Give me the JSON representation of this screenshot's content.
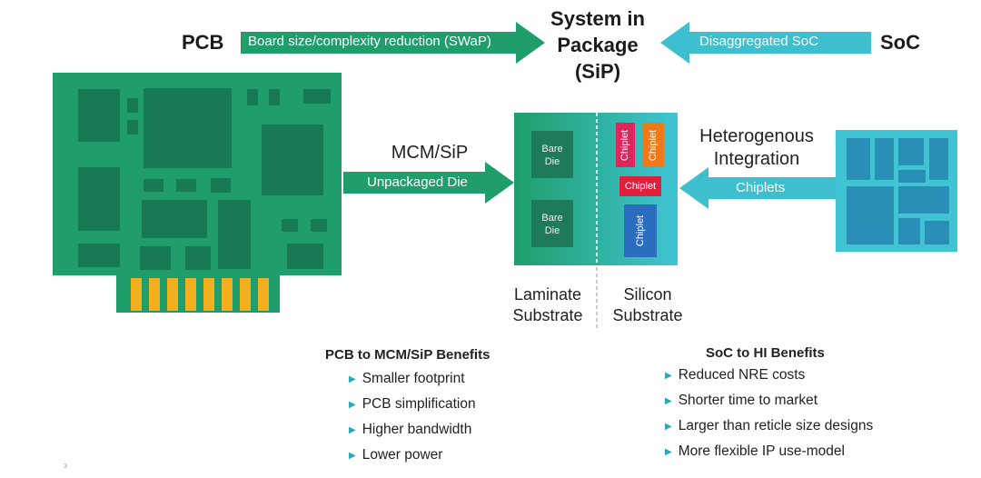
{
  "header": {
    "title_lines": [
      "System in",
      "Package",
      "(SiP)"
    ],
    "left_label": "PCB",
    "right_label": "SoC",
    "left_arrow_label": "Board size/complexity reduction (SWaP)",
    "right_arrow_label": "Disaggregated SoC"
  },
  "middle": {
    "mcm_title": "MCM/SiP",
    "mcm_arrow_label": "Unpackaged Die",
    "hetero_title_lines": [
      "Heterogenous",
      "Integration"
    ],
    "hetero_arrow_label": "Chiplets"
  },
  "package": {
    "bare_die_1": [
      "Bare",
      "Die"
    ],
    "bare_die_2": [
      "Bare",
      "Die"
    ],
    "chiplet_pink": "Chiplet",
    "chiplet_orange": "Chiplet",
    "chiplet_red": "Chiplet",
    "chiplet_blue": "Chiplet",
    "laminate_lines": [
      "Laminate",
      "Substrate"
    ],
    "silicon_lines": [
      "Silicon",
      "Substrate"
    ]
  },
  "benefits_left": {
    "title": "PCB to MCM/SiP Benefits",
    "items": [
      "Smaller footprint",
      "PCB simplification",
      "Higher bandwidth",
      "Lower power"
    ]
  },
  "benefits_right": {
    "title": "SoC to HI Benefits",
    "items": [
      "Reduced NRE costs",
      "Shorter time to market",
      "Larger than reticle size designs",
      "More flexible IP use-model"
    ]
  },
  "page_number": "3",
  "colors": {
    "pcb_green": "#1f9e6b",
    "pcb_component": "#177a52",
    "gold_pins": "#f2b01e",
    "arrow_green": "#1f9e6b",
    "arrow_teal": "#3dbfcf",
    "soc_teal": "#40c4d3",
    "soc_block": "#2a8fb6",
    "chiplet_pink": "#e0245e",
    "chiplet_orange": "#f07a1a",
    "chiplet_red": "#e01f3d",
    "chiplet_blue": "#2b6dbf",
    "bullet": "#2aa7b8"
  }
}
